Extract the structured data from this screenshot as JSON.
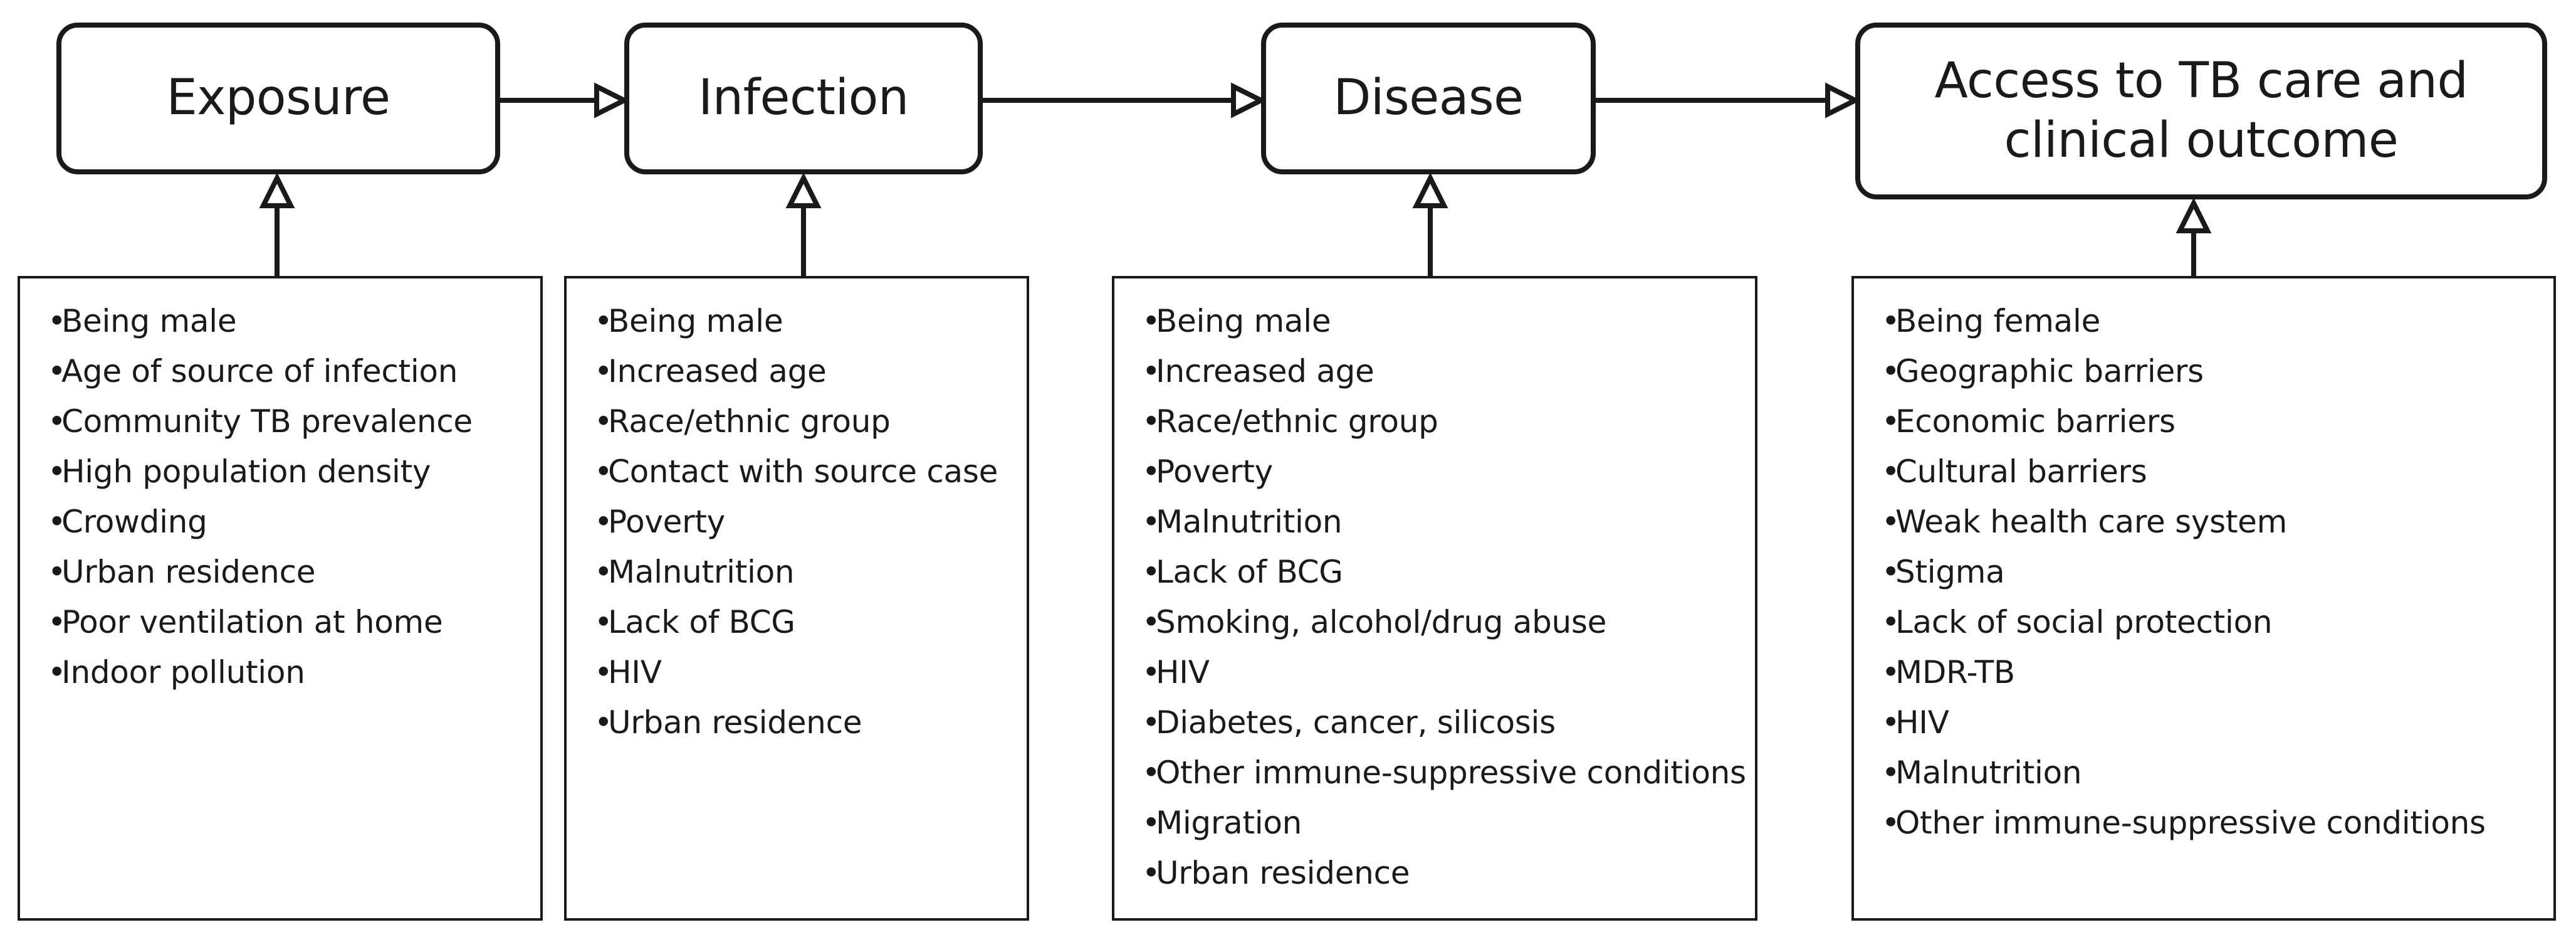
{
  "stages": [
    {
      "label": "Exposure"
    },
    {
      "label": "Infection"
    },
    {
      "label": "Disease"
    },
    {
      "label": "Access to TB care and\nclinical outcome"
    }
  ],
  "bullet": "•",
  "factors": [
    {
      "items": [
        "Being male",
        "Age of source of infection",
        "Community TB prevalence",
        "High population density",
        "Crowding",
        "Urban residence",
        "Poor ventilation at home",
        "Indoor pollution"
      ]
    },
    {
      "items": [
        "Being male",
        "Increased age",
        "Race/ethnic group",
        "Contact with source case",
        "Poverty",
        "Malnutrition",
        "Lack of BCG",
        "HIV",
        "Urban residence"
      ]
    },
    {
      "items": [
        "Being male",
        "Increased age",
        "Race/ethnic group",
        "Poverty",
        "Malnutrition",
        "Lack of BCG",
        "Smoking, alcohol/drug abuse",
        "HIV",
        "Diabetes, cancer, silicosis",
        "Other immune-suppressive conditions",
        "Migration",
        "Urban residence"
      ]
    },
    {
      "items": [
        "Being female",
        "Geographic barriers",
        "Economic barriers",
        "Cultural barriers",
        "Weak health care system",
        "Stigma",
        "Lack of social protection",
        "MDR-TB",
        "HIV",
        "Malnutrition",
        "Other immune-suppressive conditions"
      ]
    }
  ]
}
